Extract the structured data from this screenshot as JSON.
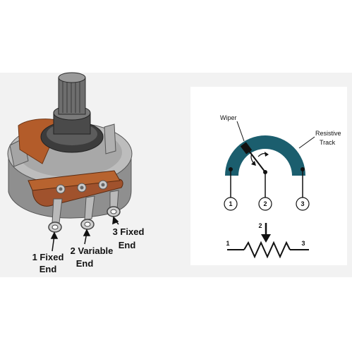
{
  "left_labels": {
    "end1_line1": "1 Fixed",
    "end1_line2": "End",
    "end2_line1": "2 Variable",
    "end2_line2": "End",
    "end3_line1": "3 Fixed",
    "end3_line2": "End"
  },
  "schematic": {
    "wiper_label": "Wiper",
    "track_label_line1": "Resistive",
    "track_label_line2": "Track",
    "terminal_1": "1",
    "terminal_2": "2",
    "terminal_3": "3",
    "symbol_label_1": "1",
    "symbol_label_2": "2",
    "symbol_label_3": "3"
  },
  "colors": {
    "track": "#1b5e6e",
    "lug_copper": "#a0522d",
    "body_grey": "#9a9a9a",
    "band_bg": "#f2f2f2"
  }
}
